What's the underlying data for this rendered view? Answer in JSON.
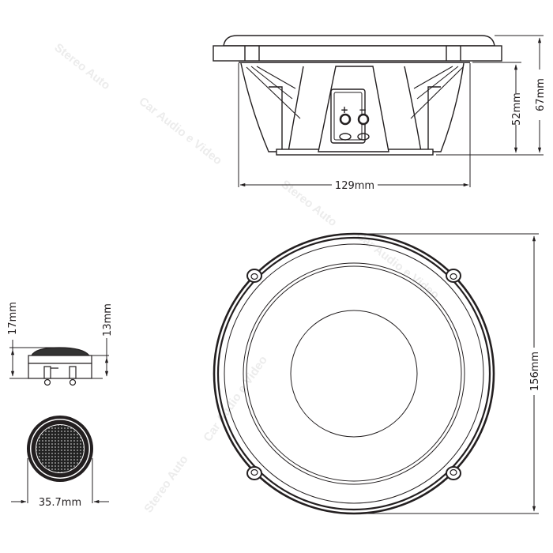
{
  "diagram": {
    "title": "Car speaker component set dimension drawing",
    "line_color": "#231f20",
    "watermark": {
      "text_1": "Stereo Auto",
      "text_2": "Car Audio e Video",
      "color": "#ececec"
    },
    "woofer_side_view": {
      "width_label": "129mm",
      "depth_label": "52mm",
      "total_height_label": "67mm",
      "terminal_plus": "+",
      "terminal_minus": "−"
    },
    "woofer_front_view": {
      "diameter_label": "156mm"
    },
    "tweeter_side_view": {
      "total_height_label": "17mm",
      "mount_height_label": "13mm"
    },
    "tweeter_front_view": {
      "diameter_label": "35.7mm"
    }
  }
}
